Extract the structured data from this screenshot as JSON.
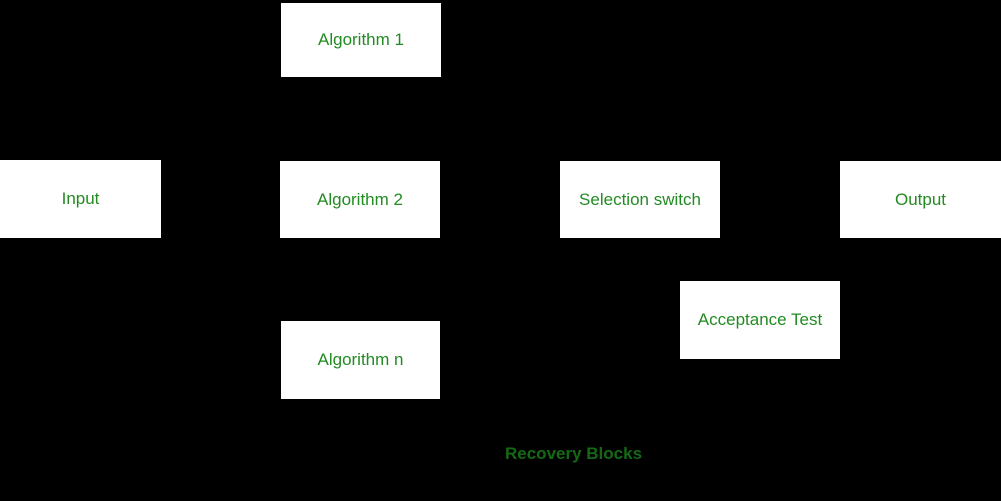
{
  "diagram": {
    "title": "Recovery Blocks",
    "colors": {
      "background": "#000000",
      "box_fill": "#ffffff",
      "label_green": "#228B22",
      "caption_green": "#156915"
    },
    "nodes": {
      "algorithm1": "Algorithm 1",
      "input": "Input",
      "algorithm2": "Algorithm 2",
      "selection_switch": "Selection switch",
      "output": "Output",
      "acceptance_test": "Acceptance Test",
      "algorithmn": "Algorithm n"
    },
    "caption": "Recovery Blocks"
  }
}
